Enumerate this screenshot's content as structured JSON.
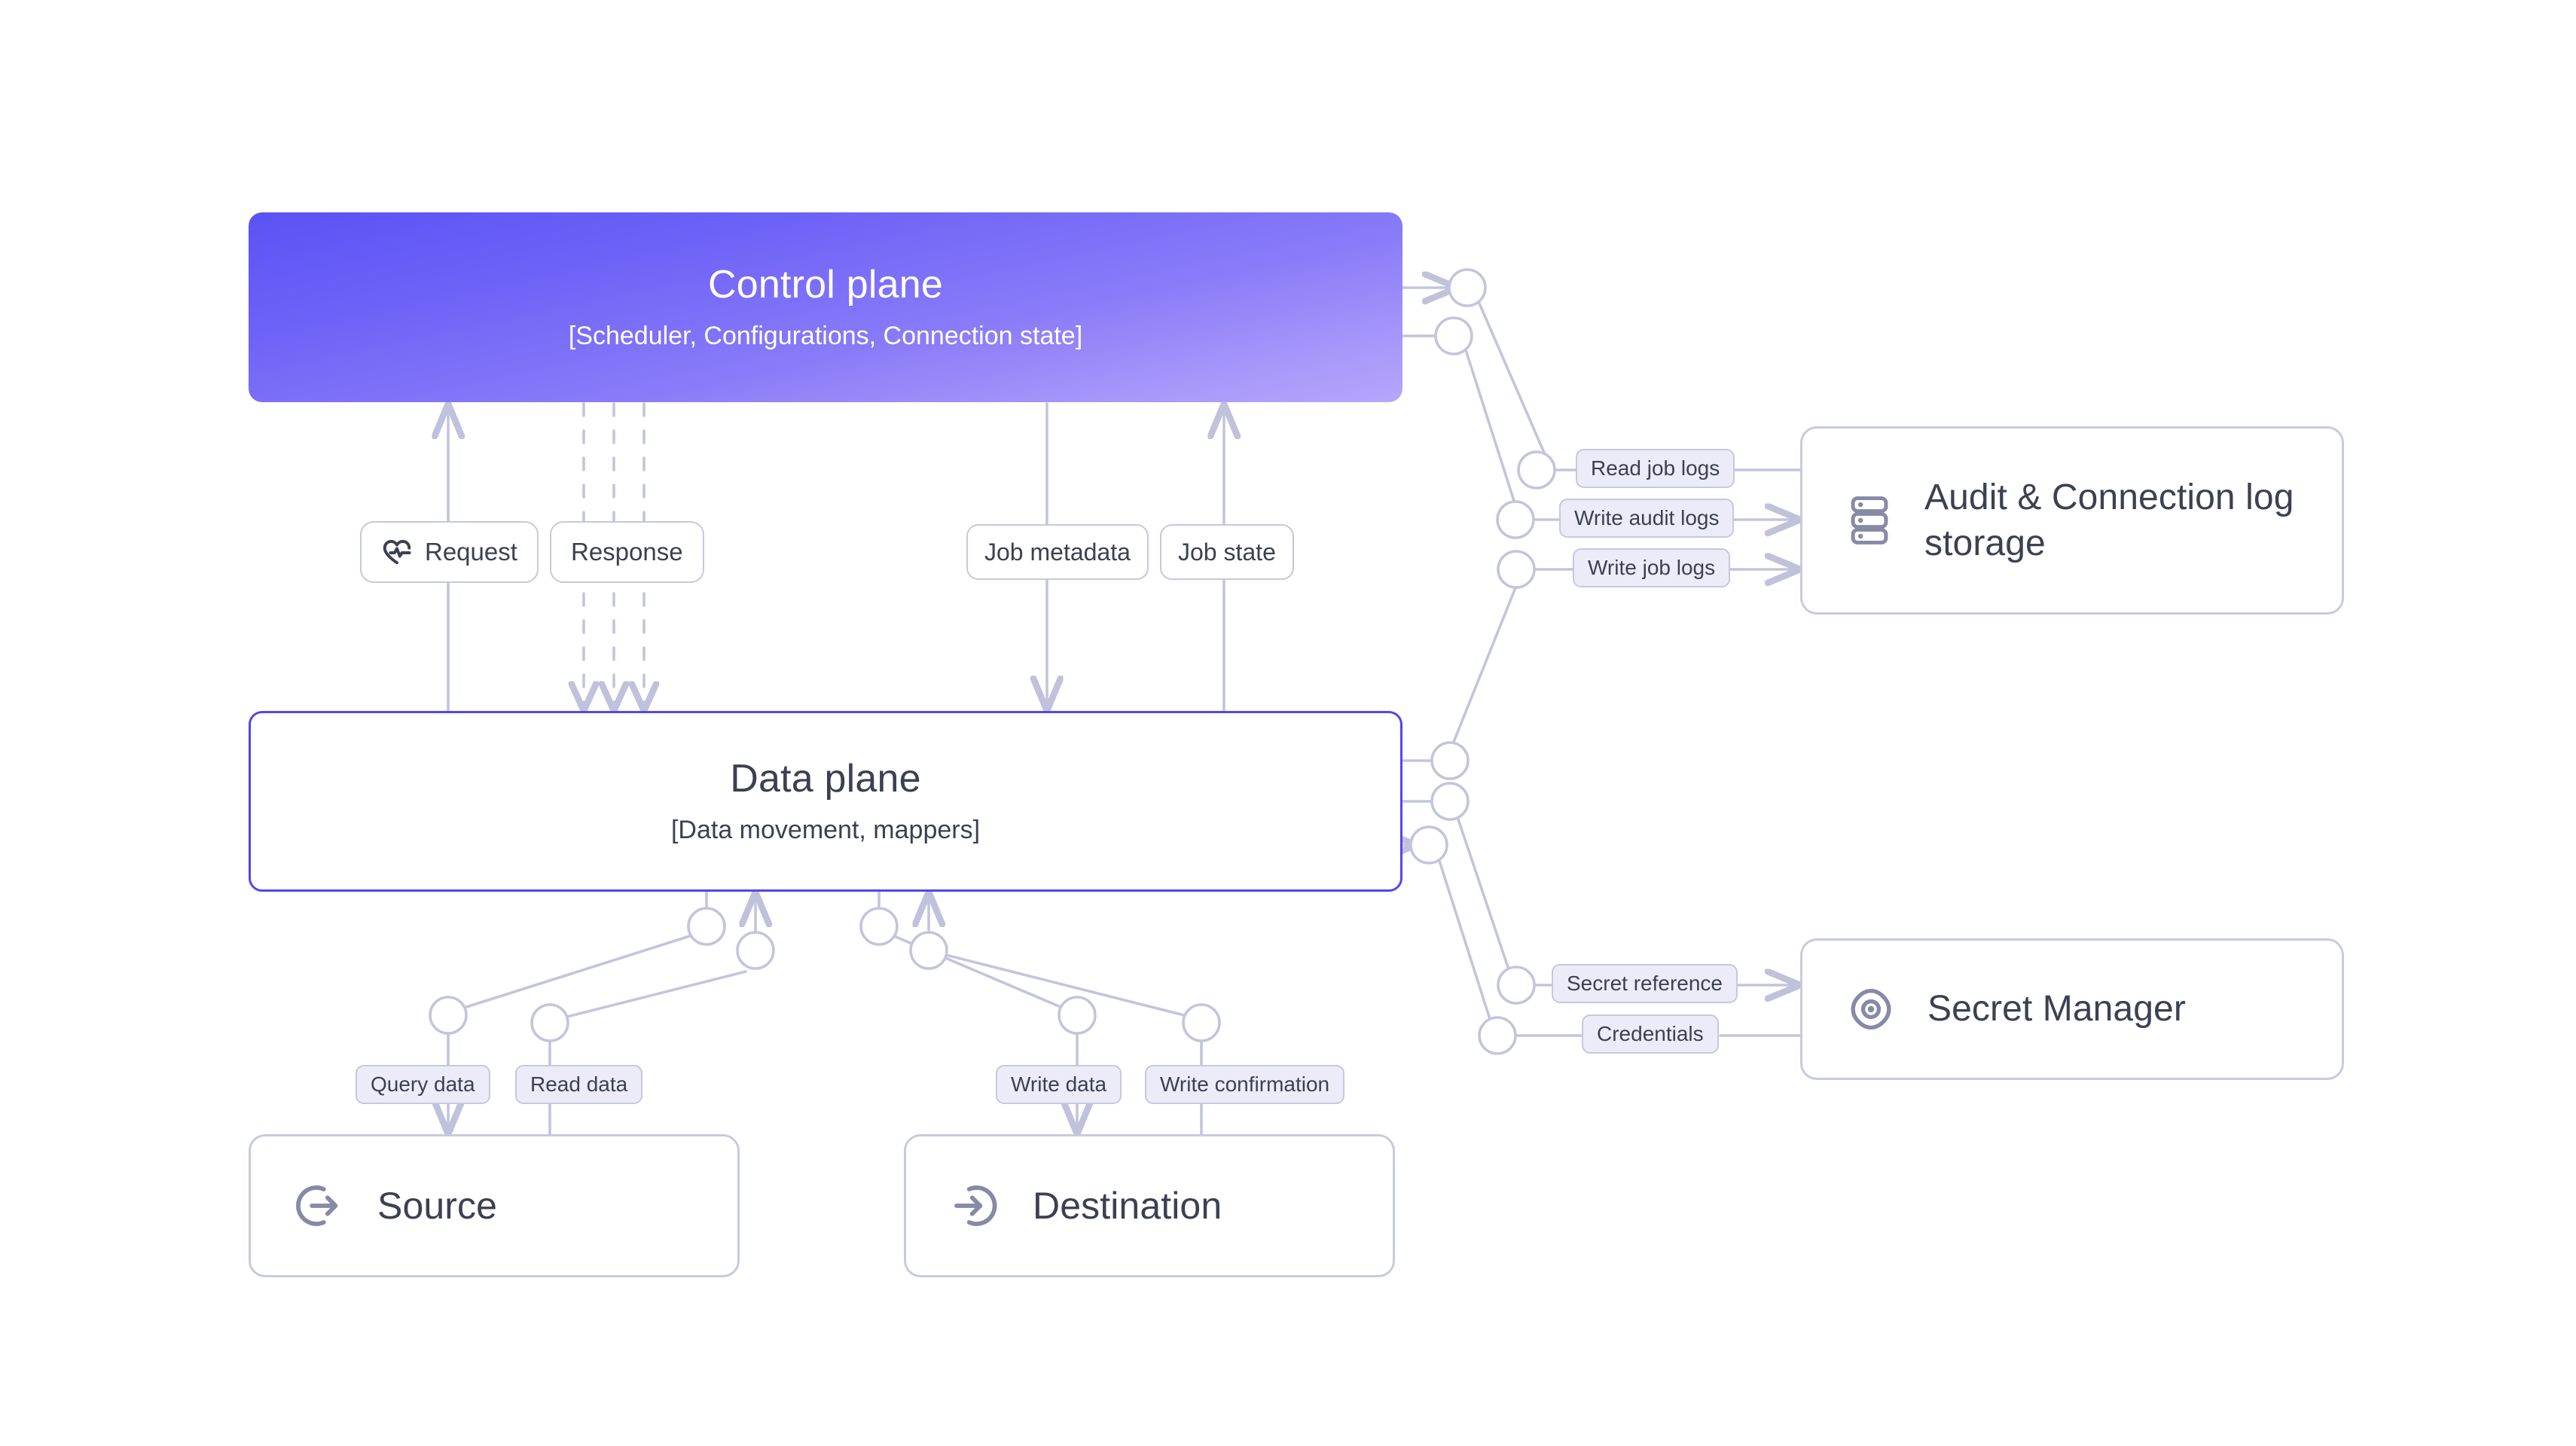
{
  "diagram": {
    "title": "Control plane / Data plane architecture",
    "colors": {
      "control_plane_gradient_start": "#5b52f5",
      "control_plane_gradient_end": "#b7a6fb",
      "data_plane_border": "#5246ef",
      "wire": "#c3c5dc",
      "pill_lavender_fill": "#ececf8",
      "pill_border": "#c6c8de",
      "card_border": "#c8cade",
      "text_dark": "#3b4152",
      "icon_gray": "#868aa6",
      "background": "#ffffff"
    }
  },
  "control_plane": {
    "title": "Control plane",
    "subtitle": "[Scheduler, Configurations, Connection state]"
  },
  "data_plane": {
    "title": "Data plane",
    "subtitle": "[Data movement, mappers]"
  },
  "services": {
    "audit": {
      "title": "Audit & Connection log storage",
      "icon": "server-stack-icon"
    },
    "secret": {
      "title": "Secret Manager",
      "icon": "eye-key-icon"
    },
    "source": {
      "title": "Source",
      "icon": "arrow-out-circle-icon"
    },
    "destination": {
      "title": "Destination",
      "icon": "arrow-in-circle-icon"
    }
  },
  "edge_labels": {
    "request": "Request",
    "response": "Response",
    "job_metadata": "Job metadata",
    "job_state": "Job state",
    "read_job_logs": "Read job logs",
    "write_audit_logs": "Write audit logs",
    "write_job_logs": "Write job logs",
    "secret_reference": "Secret reference",
    "credentials": "Credentials",
    "query_data": "Query data",
    "read_data": "Read data",
    "write_data": "Write data",
    "write_confirmation": "Write confirmation"
  },
  "icons": {
    "request": "heartbeat-pulse-icon"
  },
  "flows": [
    {
      "from": "Data plane",
      "to": "Control plane",
      "label": "Request",
      "style": "solid",
      "direction": "up"
    },
    {
      "from": "Control plane",
      "to": "Data plane",
      "label": "Response",
      "style": "dashed",
      "direction": "down"
    },
    {
      "from": "Control plane",
      "to": "Data plane",
      "label": "Job metadata",
      "style": "solid",
      "direction": "down"
    },
    {
      "from": "Data plane",
      "to": "Control plane",
      "label": "Job state",
      "style": "solid",
      "direction": "up"
    },
    {
      "from": "Audit & Connection log storage",
      "to": "Control plane",
      "label": "Read job logs",
      "style": "solid",
      "direction": "left"
    },
    {
      "from": "Control plane",
      "to": "Audit & Connection log storage",
      "label": "Write audit logs",
      "style": "solid",
      "direction": "right"
    },
    {
      "from": "Data plane",
      "to": "Audit & Connection log storage",
      "label": "Write job logs",
      "style": "solid",
      "direction": "right"
    },
    {
      "from": "Data plane",
      "to": "Secret Manager",
      "label": "Secret reference",
      "style": "solid",
      "direction": "right"
    },
    {
      "from": "Secret Manager",
      "to": "Data plane",
      "label": "Credentials",
      "style": "solid",
      "direction": "left"
    },
    {
      "from": "Data plane",
      "to": "Source",
      "label": "Query data",
      "style": "solid",
      "direction": "down"
    },
    {
      "from": "Source",
      "to": "Data plane",
      "label": "Read data",
      "style": "solid",
      "direction": "up"
    },
    {
      "from": "Data plane",
      "to": "Destination",
      "label": "Write data",
      "style": "solid",
      "direction": "down"
    },
    {
      "from": "Destination",
      "to": "Data plane",
      "label": "Write confirmation",
      "style": "solid",
      "direction": "up"
    }
  ]
}
